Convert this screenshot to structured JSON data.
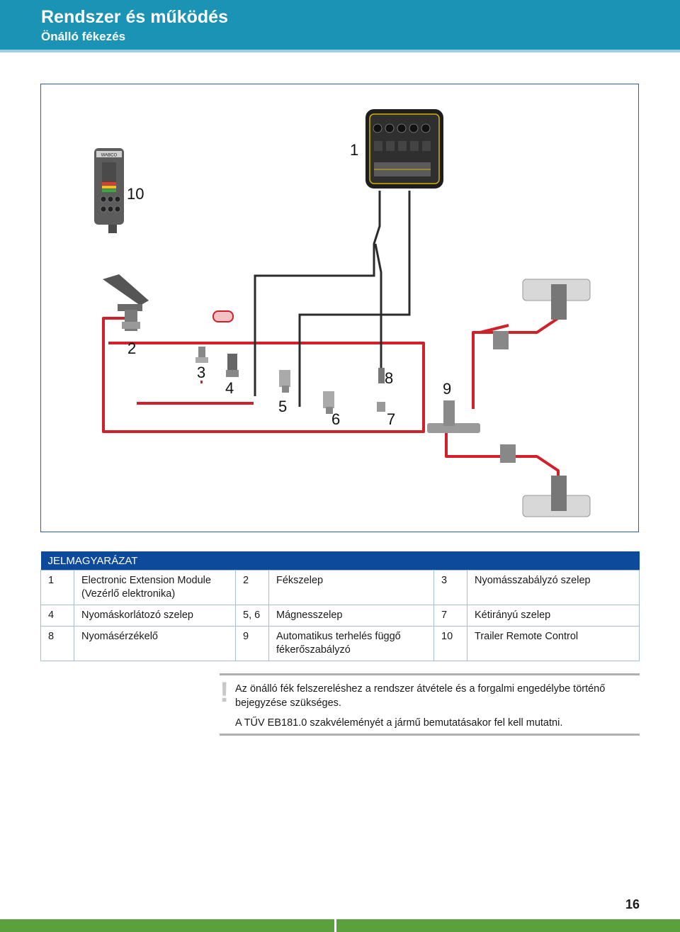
{
  "header": {
    "title": "Rendszer és működés",
    "subtitle": "Önálló fékezés"
  },
  "diagram": {
    "labels": [
      "1",
      "2",
      "3",
      "4",
      "5",
      "6",
      "7",
      "8",
      "9",
      "10"
    ],
    "device_logo": "WABCO",
    "colors": {
      "air_line": "#d0202a",
      "cable": "#2b2b2b",
      "device": "#6a6a6a"
    }
  },
  "legend": {
    "title": "JELMAGYARÁZAT",
    "rows": [
      [
        {
          "n": "1",
          "t": "Electronic Extension Module (Vezérlő elektronika)"
        },
        {
          "n": "2",
          "t": "Fékszelep"
        },
        {
          "n": "3",
          "t": "Nyomásszabályzó szelep"
        }
      ],
      [
        {
          "n": "4",
          "t": "Nyomáskorlátozó szelep"
        },
        {
          "n": "5, 6",
          "t": "Mágnesszelep"
        },
        {
          "n": "7",
          "t": "Kétirányú szelep"
        }
      ],
      [
        {
          "n": "8",
          "t": "Nyomásérzékelő"
        },
        {
          "n": "9",
          "t": "Automatikus terhelés függő fékerőszabályzó"
        },
        {
          "n": "10",
          "t": "Trailer Remote Control"
        }
      ]
    ]
  },
  "note": {
    "mark": "!",
    "p1": "Az önálló fék felszereléshez a rendszer átvétele és a forgalmi engedélybe történő bejegyzése szükséges.",
    "p2": "A TŰV EB181.0 szakvéleményét a jármű bemutatásakor fel kell mutatni."
  },
  "page_number": "16"
}
